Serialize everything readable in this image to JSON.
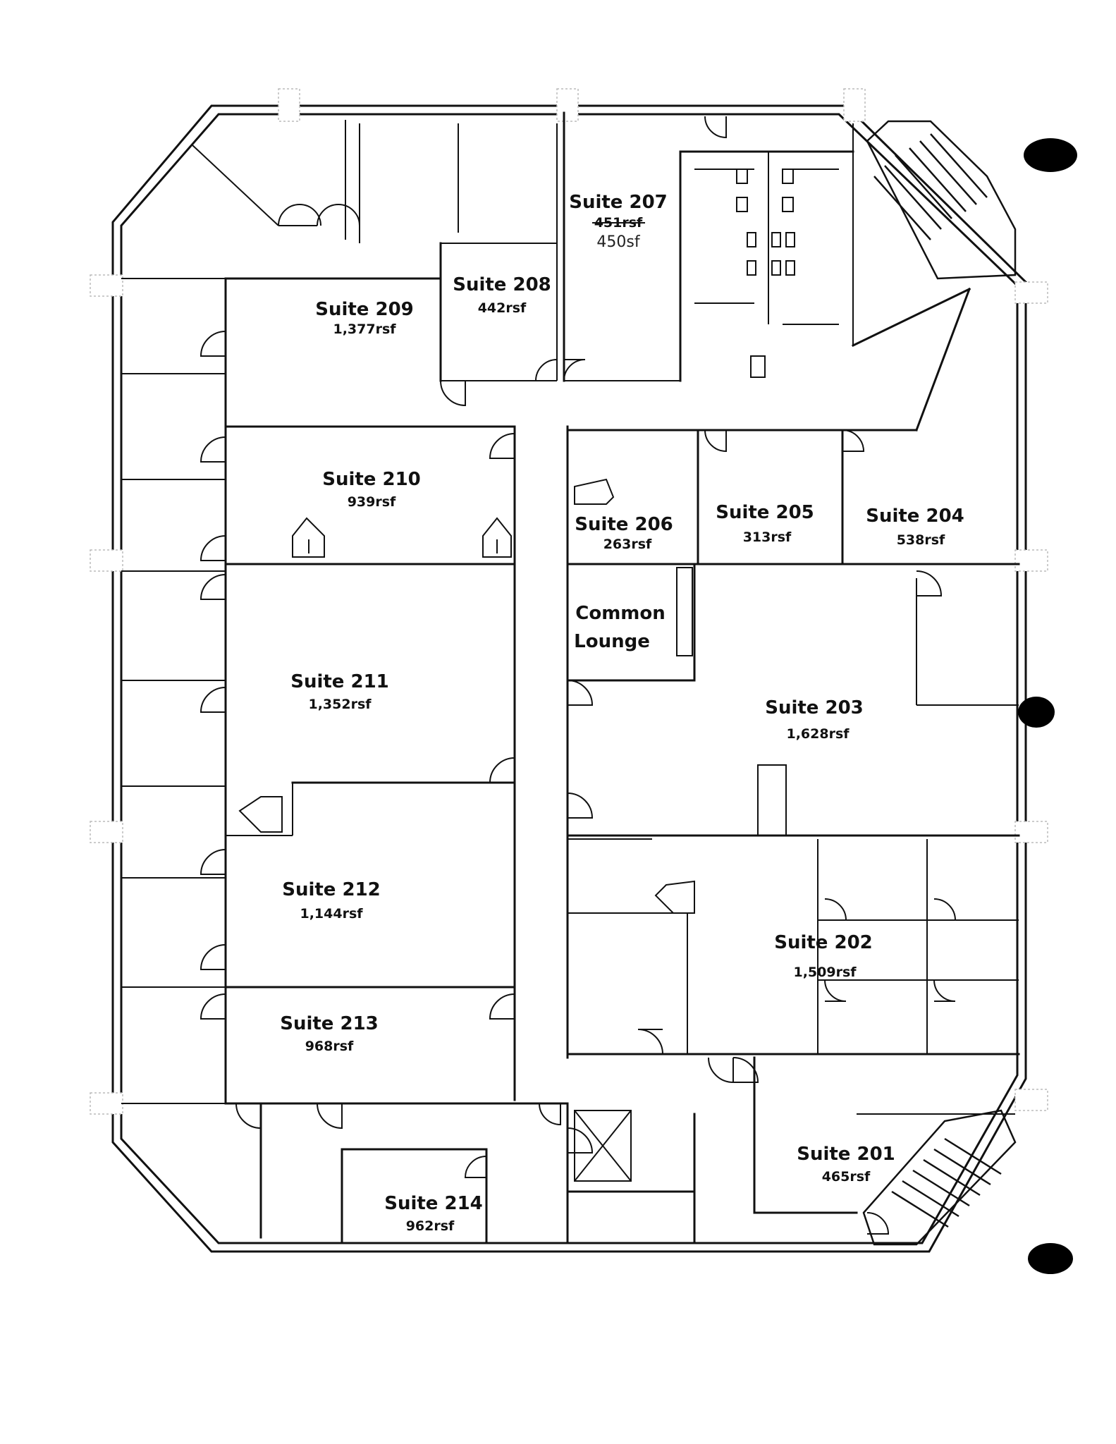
{
  "suites": [
    {
      "id": "201",
      "name": "Suite 201",
      "area": "465rsf"
    },
    {
      "id": "202",
      "name": "Suite 202",
      "area": "1,509rsf"
    },
    {
      "id": "203",
      "name": "Suite 203",
      "area": "1,628rsf"
    },
    {
      "id": "204",
      "name": "Suite 204",
      "area": "538rsf"
    },
    {
      "id": "205",
      "name": "Suite 205",
      "area": "313rsf"
    },
    {
      "id": "206",
      "name": "Suite 206",
      "area": "263rsf"
    },
    {
      "id": "207",
      "name": "Suite 207",
      "area": "451rsf",
      "area_handwritten": "450sf"
    },
    {
      "id": "208",
      "name": "Suite 208",
      "area": "442rsf"
    },
    {
      "id": "209",
      "name": "Suite 209",
      "area": "1,377rsf"
    },
    {
      "id": "210",
      "name": "Suite 210",
      "area": "939rsf"
    },
    {
      "id": "211",
      "name": "Suite 211",
      "area": "1,352rsf"
    },
    {
      "id": "212",
      "name": "Suite 212",
      "area": "1,144rsf"
    },
    {
      "id": "213",
      "name": "Suite 213",
      "area": "968rsf"
    },
    {
      "id": "214",
      "name": "Suite 214",
      "area": "962rsf"
    }
  ],
  "common_lounge": {
    "line1": "Common",
    "line2": "Lounge"
  },
  "colors": {
    "wall": "#111111",
    "background": "#ffffff",
    "ink_blot": "#000000"
  }
}
